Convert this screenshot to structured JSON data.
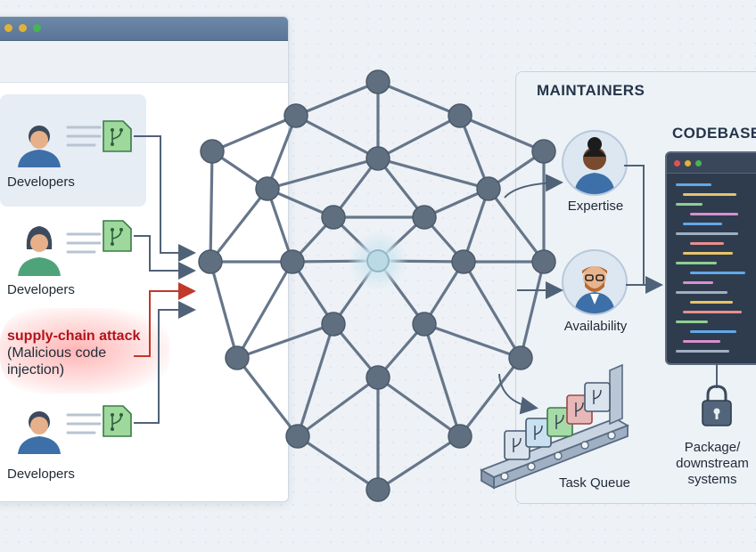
{
  "left": {
    "developers": [
      {
        "label": "Developers"
      },
      {
        "label": "Developers"
      },
      {
        "label": "Developers"
      }
    ],
    "attack": {
      "title": "supply-chain attack",
      "detail": "(Malicious code injection)"
    }
  },
  "right": {
    "maintainers_title": "MAINTAINERS",
    "codebase_title": "CODEBASE",
    "expertise_label": "Expertise",
    "availability_label": "Availability",
    "task_queue_label": "Task Queue",
    "package_label": "Package/",
    "package_label2": "downstream",
    "package_label3": "systems"
  },
  "colors": {
    "accent_red": "#c0392b",
    "network_gray": "#5f6f80",
    "file_green": "#8fd08f",
    "window_blue": "#6d89a8"
  },
  "icons": {
    "developer": "person-icon",
    "git_file": "git-branch-file-icon",
    "lock": "lock-icon",
    "conveyor": "conveyor-belt-icon"
  }
}
